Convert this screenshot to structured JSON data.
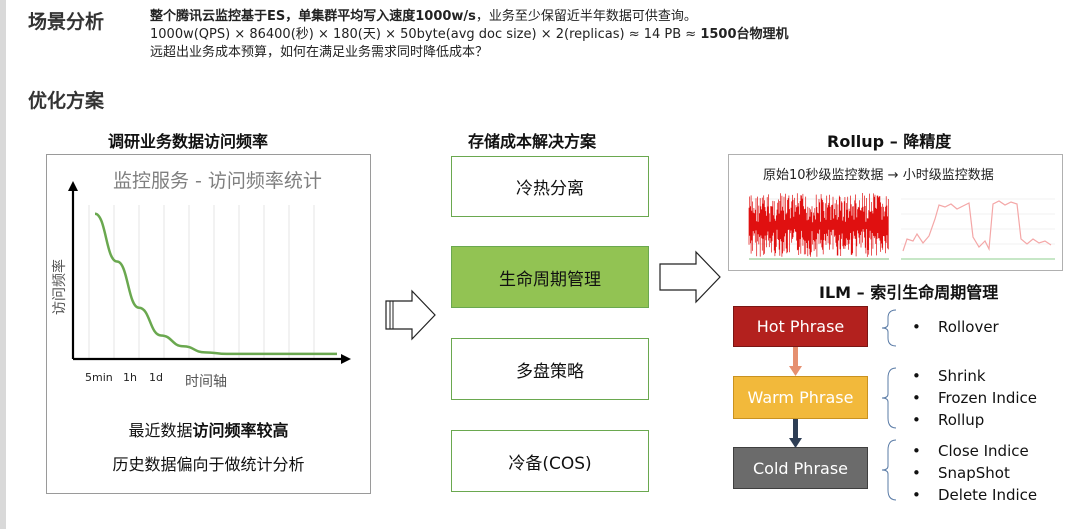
{
  "scenario": {
    "title": "场景分析",
    "line1_bold": "整个腾讯云监控基于ES，单集群平均写入速度1000w/s",
    "line1_rest": "，业务至少保留近半年数据可供查询。",
    "line2_normal": "1000w(QPS) × 86400(秒) × 180(天) × 50byte(avg doc size) × 2(replicas) ≈ 14 PB ≈ ",
    "line2_bold": "1500台物理机",
    "line3": "远超出业务成本预算，如何在满足业务需求同时降低成本？"
  },
  "optimize": {
    "title": "优化方案"
  },
  "col1": {
    "title": "调研业务数据访问频率",
    "footer_line1_normal": "最近数据",
    "footer_line1_bold": "访问频率较高",
    "footer_line2": "历史数据偏向于做统计分析"
  },
  "col2": {
    "title": "存储成本解决方案",
    "boxes": [
      "冷热分离",
      "生命周期管理",
      "多盘策略",
      "冷备(COS)"
    ]
  },
  "col3": {
    "rollup_title": "Rollup – 降精度",
    "rollup_caption": "原始10秒级监控数据 → 小时级监控数据",
    "ilm_title": "ILM – 索引生命周期管理",
    "phases": [
      {
        "name": "Hot Phrase",
        "color": "#b3211e",
        "actions": [
          "Rollover"
        ]
      },
      {
        "name": "Warm Phrase",
        "color": "#f2b93b",
        "actions": [
          "Shrink",
          "Frozen Indice",
          "Rollup"
        ]
      },
      {
        "name": "Cold Phrase",
        "color": "#6b6b6b",
        "actions": [
          "Close Indice",
          "SnapShot",
          "Delete Indice"
        ]
      }
    ]
  },
  "chart_data": {
    "type": "line",
    "title": "监控服务 - 访问频率统计",
    "xlabel": "时间轴",
    "ylabel": "访问频率",
    "x_ticks": [
      "5min",
      "1h",
      "1d"
    ],
    "series": [
      {
        "values": [
          0.93,
          0.62,
          0.32,
          0.14,
          0.07,
          0.03,
          0.02,
          0.02,
          0.02,
          0.02,
          0.02,
          0.02
        ]
      }
    ],
    "series_color": "#6aa84f"
  }
}
